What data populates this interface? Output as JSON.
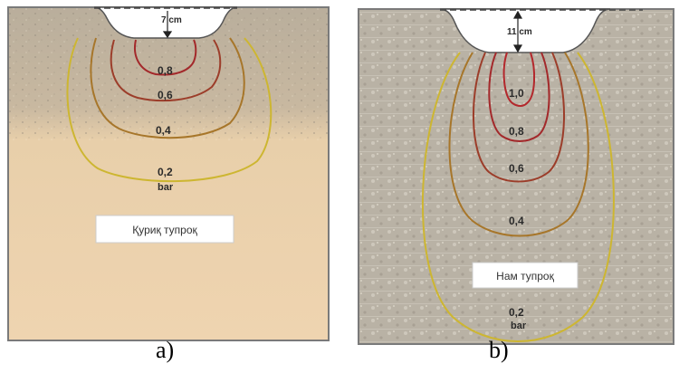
{
  "panel_a": {
    "depth_label": "7 cm",
    "contours": [
      "0,8",
      "0,6",
      "0,4",
      "0,2"
    ],
    "unit": "bar",
    "box_label": "Қуриқ тупроқ",
    "caption": "a)"
  },
  "panel_b": {
    "depth_label": "11 cm",
    "contours": [
      "1,0",
      "0,8",
      "0,6",
      "0,4",
      "0,2"
    ],
    "unit": "bar",
    "box_label": "Нам тупроқ",
    "caption": "b)"
  },
  "colors": {
    "dry_soil_top": "#bdb3a2",
    "dry_soil_bottom": "#ecd1ac",
    "wet_soil": "#bab4a8",
    "contour_1_0": "#b3282c",
    "contour_0_8": "#a3292b",
    "contour_0_6": "#9c3d2a",
    "contour_0_4": "#a7762a",
    "contour_0_2": "#cdb631"
  }
}
